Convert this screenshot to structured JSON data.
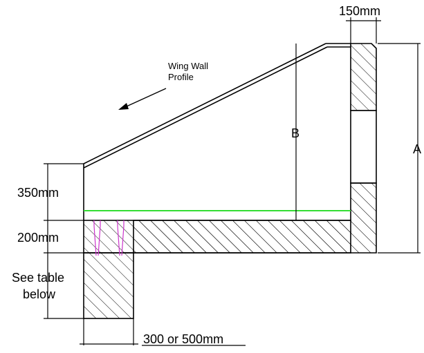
{
  "labels": {
    "top_width": "150mm",
    "wing_wall_line1": "Wing Wall",
    "wing_wall_line2": "Profile",
    "dim_b": "B",
    "dim_a": "A",
    "dim_350": "350mm",
    "dim_200": "200mm",
    "see_table_line1": "See table",
    "see_table_line2": "below",
    "footing_width": "300 or 500mm"
  },
  "colors": {
    "line": "#000000",
    "fill_level": "#33dd33",
    "dowel": "#cc33cc"
  }
}
